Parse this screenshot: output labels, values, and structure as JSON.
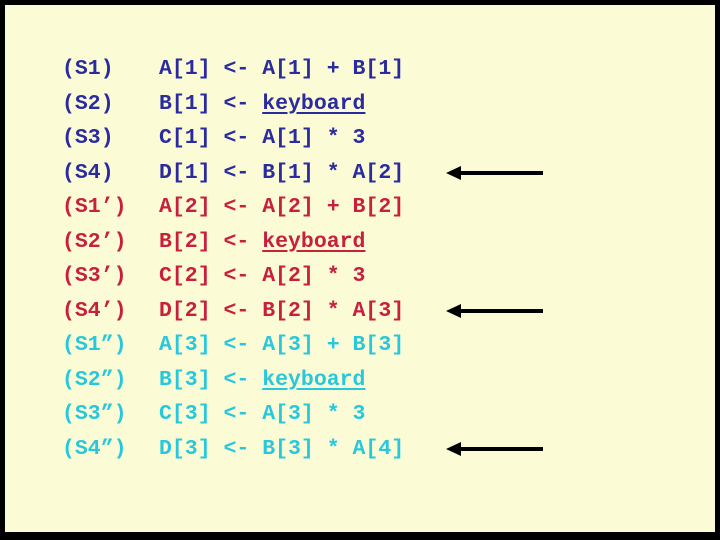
{
  "slide": {
    "background_color": "#FBFBD6",
    "border_color": "#000000",
    "title": ""
  },
  "colors": {
    "group_1": "#2B2BA0",
    "group_2": "#C8203C",
    "group_3": "#28C8DC",
    "arrow": "#000000"
  },
  "code": {
    "lines": [
      {
        "label": "(S1)",
        "stmt_pre": "A[1] <- ",
        "stmt_link": "",
        "stmt_post": "A[1] + B[1]",
        "color_group": "grp-navy",
        "arrow": false
      },
      {
        "label": "(S2)",
        "stmt_pre": "B[1] <- ",
        "stmt_link": "keyboard",
        "stmt_post": "",
        "color_group": "grp-navy",
        "arrow": false
      },
      {
        "label": "(S3)",
        "stmt_pre": "C[1] <- ",
        "stmt_link": "",
        "stmt_post": "A[1] * 3",
        "color_group": "grp-navy",
        "arrow": false
      },
      {
        "label": "(S4)",
        "stmt_pre": "D[1] <- ",
        "stmt_link": "",
        "stmt_post": "B[1] * A[2]",
        "color_group": "grp-navy",
        "arrow": true
      },
      {
        "label": "(S1’)",
        "stmt_pre": "A[2] <- ",
        "stmt_link": "",
        "stmt_post": "A[2] + B[2]",
        "color_group": "grp-red",
        "arrow": false
      },
      {
        "label": "(S2’)",
        "stmt_pre": "B[2] <- ",
        "stmt_link": "keyboard",
        "stmt_post": "",
        "color_group": "grp-red",
        "arrow": false
      },
      {
        "label": "(S3’)",
        "stmt_pre": "C[2] <- ",
        "stmt_link": "",
        "stmt_post": "A[2] * 3",
        "color_group": "grp-red",
        "arrow": false
      },
      {
        "label": "(S4’)",
        "stmt_pre": "D[2] <- ",
        "stmt_link": "",
        "stmt_post": "B[2] * A[3]",
        "color_group": "grp-red",
        "arrow": true
      },
      {
        "label": "(S1”)",
        "stmt_pre": "A[3] <- ",
        "stmt_link": "",
        "stmt_post": "A[3] + B[3]",
        "color_group": "grp-cyan",
        "arrow": false
      },
      {
        "label": "(S2”)",
        "stmt_pre": "B[3] <- ",
        "stmt_link": "keyboard",
        "stmt_post": "",
        "color_group": "grp-cyan",
        "arrow": false
      },
      {
        "label": "(S3”)",
        "stmt_pre": "C[3] <- ",
        "stmt_link": "",
        "stmt_post": "A[3] * 3",
        "color_group": "grp-cyan",
        "arrow": false
      },
      {
        "label": "(S4”)",
        "stmt_pre": "D[3] <- ",
        "stmt_link": "",
        "stmt_post": "B[3] * A[4]",
        "color_group": "grp-cyan",
        "arrow": true
      }
    ]
  }
}
